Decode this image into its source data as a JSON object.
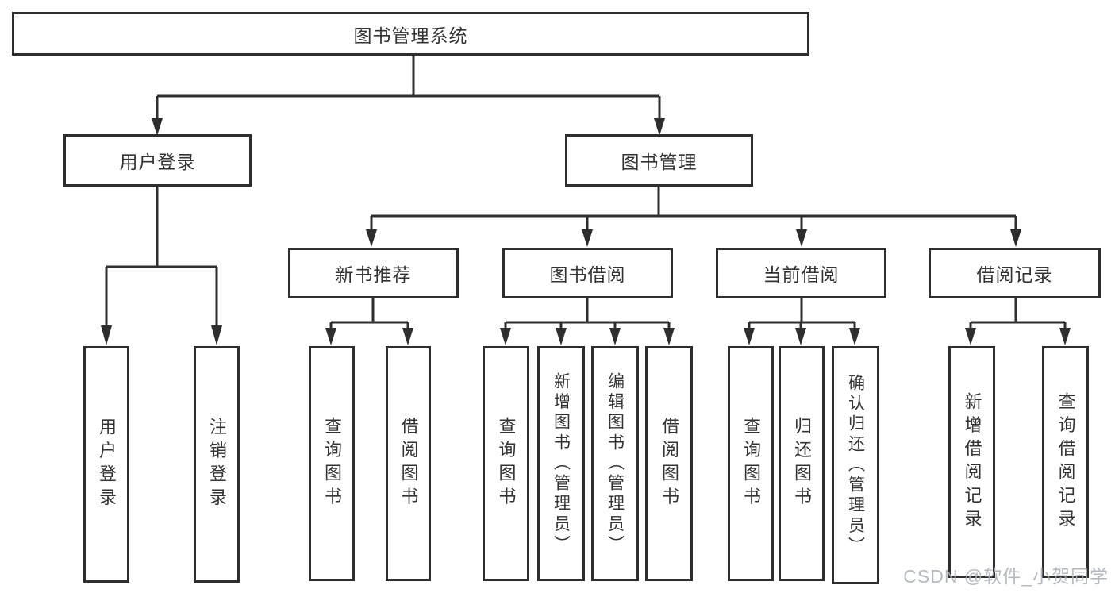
{
  "colors": {
    "line": "#2e2e2e",
    "text": "#333333",
    "background": "#ffffff",
    "watermark_text": "#aaaeb6"
  },
  "diagram": {
    "root": {
      "label": "图书管理系统"
    },
    "branches": [
      {
        "label": "用户登录",
        "leaves": [
          "用户登录",
          "注销登录"
        ]
      },
      {
        "label": "图书管理",
        "sections": [
          {
            "label": "新书推荐",
            "leaves": [
              "查询图书",
              "借阅图书"
            ]
          },
          {
            "label": "图书借阅",
            "leaves": [
              "查询图书",
              "新增图书（管理员）",
              "编辑图书（管理员）",
              "借阅图书"
            ]
          },
          {
            "label": "当前借阅",
            "leaves": [
              "查询图书",
              "归还图书",
              "确认归还（管理员）"
            ]
          },
          {
            "label": "借阅记录",
            "leaves": [
              "新增借阅记录",
              "查询借阅记录"
            ]
          }
        ]
      }
    ]
  },
  "watermark": {
    "text": "CSDN @软件_小贺同学"
  }
}
